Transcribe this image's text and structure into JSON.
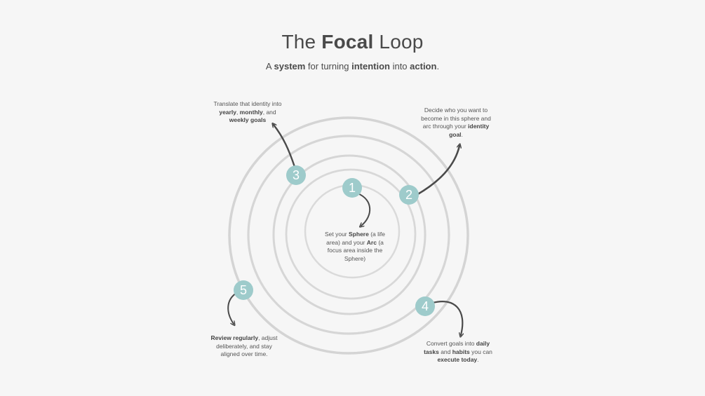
{
  "header": {
    "title_pre": "The ",
    "title_bold": "Focal",
    "title_post": " Loop",
    "subtitle": {
      "p1": "A ",
      "b1": "system",
      "p2": " for turning ",
      "b2": "intention",
      "p3": " into ",
      "b3": "action",
      "p4": "."
    }
  },
  "colors": {
    "background": "#f6f6f6",
    "ring": "#d4d4d4",
    "badge": "#9ecbcb",
    "arrow": "#4a4a4a",
    "text": "#4a4a4a"
  },
  "steps": [
    {
      "number": "1",
      "parts": [
        {
          "t": "Set your ",
          "b": false
        },
        {
          "t": "Sphere",
          "b": true
        },
        {
          "t": " (a life area) and your ",
          "b": false
        },
        {
          "t": "Arc",
          "b": true
        },
        {
          "t": " (a focus area inside the Sphere)",
          "b": false
        }
      ]
    },
    {
      "number": "2",
      "parts": [
        {
          "t": "Decide who you want to become in this sphere and arc through your ",
          "b": false
        },
        {
          "t": "identity goal",
          "b": true
        },
        {
          "t": ".",
          "b": false
        }
      ]
    },
    {
      "number": "3",
      "parts": [
        {
          "t": "Translate that identity into ",
          "b": false
        },
        {
          "t": "yearly",
          "b": true
        },
        {
          "t": ", ",
          "b": false
        },
        {
          "t": "monthly",
          "b": true
        },
        {
          "t": ", and ",
          "b": false
        },
        {
          "t": "weekly",
          "b": true
        },
        {
          "t": " goals",
          "b": true
        }
      ]
    },
    {
      "number": "4",
      "parts": [
        {
          "t": "Convert goals into ",
          "b": false
        },
        {
          "t": "daily tasks",
          "b": true
        },
        {
          "t": " and ",
          "b": false
        },
        {
          "t": "habits",
          "b": true
        },
        {
          "t": " you can ",
          "b": false
        },
        {
          "t": "execute today",
          "b": true
        },
        {
          "t": ".",
          "b": false
        }
      ]
    },
    {
      "number": "5",
      "parts": [
        {
          "t": "Review regularly",
          "b": true
        },
        {
          "t": ", adjust deliberately, and stay aligned over time.",
          "b": false
        }
      ]
    }
  ]
}
